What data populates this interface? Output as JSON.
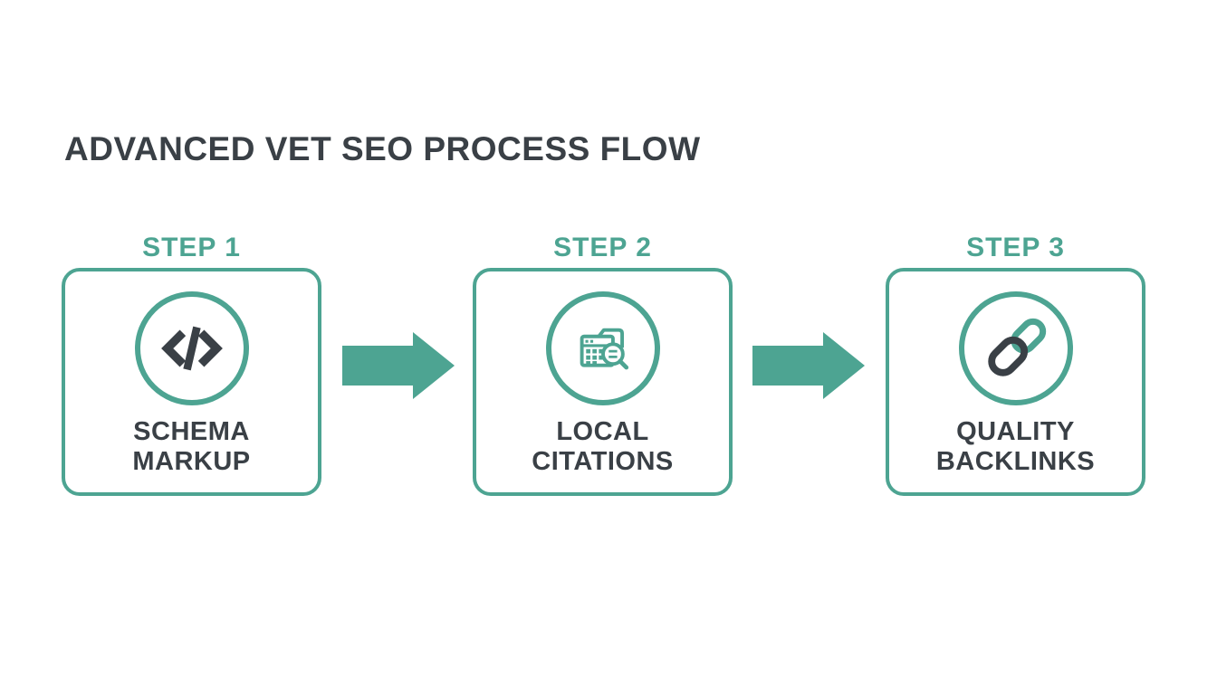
{
  "title": "ADVANCED VET SEO PROCESS FLOW",
  "theme": {
    "accent_teal": "#4DA492",
    "text_charcoal": "#3A4046",
    "background": "#FFFFFF"
  },
  "steps": [
    {
      "step_label": "STEP 1",
      "name": "SCHEMA\nMARKUP",
      "icon": "code-icon"
    },
    {
      "step_label": "STEP 2",
      "name": "LOCAL\nCITATIONS",
      "icon": "local-citations-search-icon"
    },
    {
      "step_label": "STEP 3",
      "name": "QUALITY\nBACKLINKS",
      "icon": "chain-link-icon"
    }
  ],
  "connectors": [
    {
      "icon": "arrow-right-icon"
    },
    {
      "icon": "arrow-right-icon"
    }
  ]
}
